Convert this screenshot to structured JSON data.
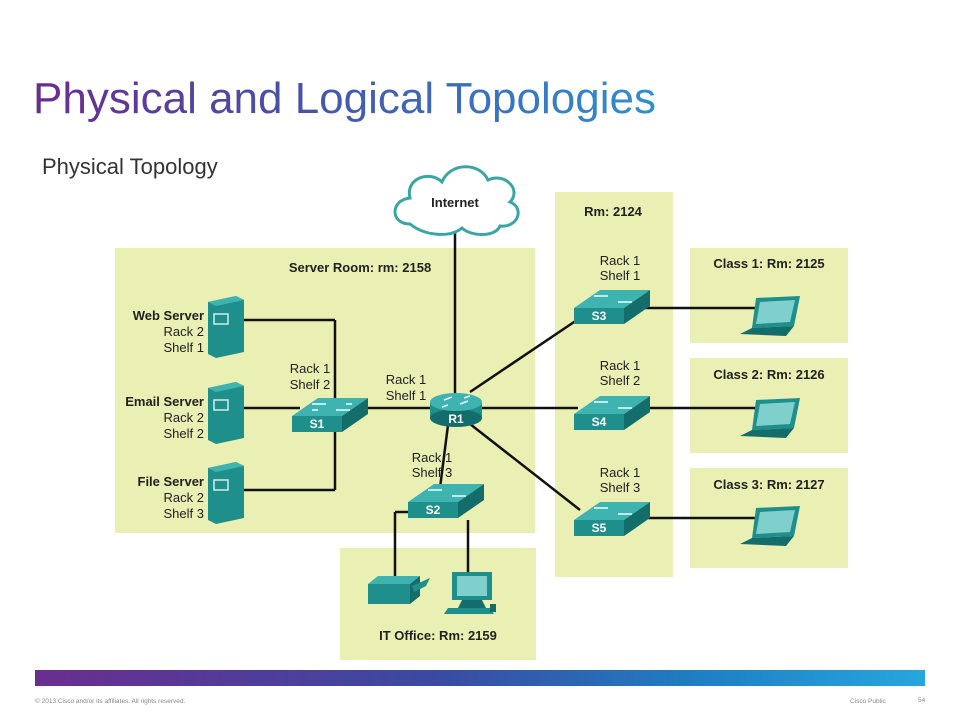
{
  "slide": {
    "title": "Physical and Logical Topologies",
    "subtitle": "Physical Topology",
    "copyright": "© 2013 Cisco and/or its affiliates. All rights reserved.",
    "classification": "Cisco Public",
    "page_number": "54"
  },
  "diagram": {
    "internet": "Internet",
    "rooms": {
      "server_room": "Server Room: rm: 2158",
      "rm2124": "Rm: 2124",
      "class1": "Class 1: Rm: 2125",
      "class2": "Class 2: Rm: 2126",
      "class3": "Class 3: Rm: 2127",
      "it_office": "IT Office: Rm: 2159"
    },
    "servers": {
      "web": {
        "name": "Web Server",
        "rack": "Rack 2",
        "shelf": "Shelf 1"
      },
      "email": {
        "name": "Email Server",
        "rack": "Rack 2",
        "shelf": "Shelf 2"
      },
      "file": {
        "name": "File Server",
        "rack": "Rack 2",
        "shelf": "Shelf 3"
      }
    },
    "devices": {
      "s1": {
        "label": "S1",
        "rack": "Rack 1",
        "shelf": "Shelf 2"
      },
      "r1": {
        "label": "R1",
        "rack": "Rack 1",
        "shelf": "Shelf 1"
      },
      "s2": {
        "label": "S2",
        "rack": "Rack 1",
        "shelf": "Shelf 3"
      },
      "s3": {
        "label": "S3",
        "rack": "Rack 1",
        "shelf": "Shelf 1"
      },
      "s4": {
        "label": "S4",
        "rack": "Rack 1",
        "shelf": "Shelf 2"
      },
      "s5": {
        "label": "S5",
        "rack": "Rack 1",
        "shelf": "Shelf 3"
      }
    },
    "colors": {
      "room": "#eaefb3",
      "device": "#1f8f8c",
      "device_dark": "#136e6b",
      "link": "#111111"
    }
  }
}
